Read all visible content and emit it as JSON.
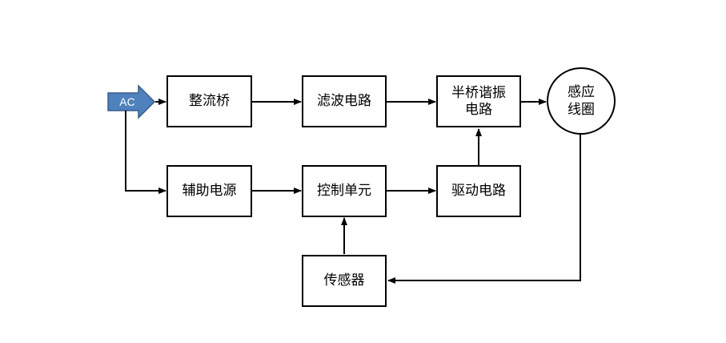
{
  "diagram": {
    "source": "AC",
    "blocks": {
      "rectifier": "整流桥",
      "filter": "滤波电路",
      "half_bridge": "半桥谐振\n电路",
      "coil": "感应\n线圈",
      "aux_power": "辅助电源",
      "control": "控制单元",
      "driver": "驱动电路",
      "sensor": "传感器"
    }
  },
  "colors": {
    "ac_arrow_fill": "#4f81bd",
    "ac_arrow_stroke": "#385d8a",
    "line": "#000000"
  }
}
